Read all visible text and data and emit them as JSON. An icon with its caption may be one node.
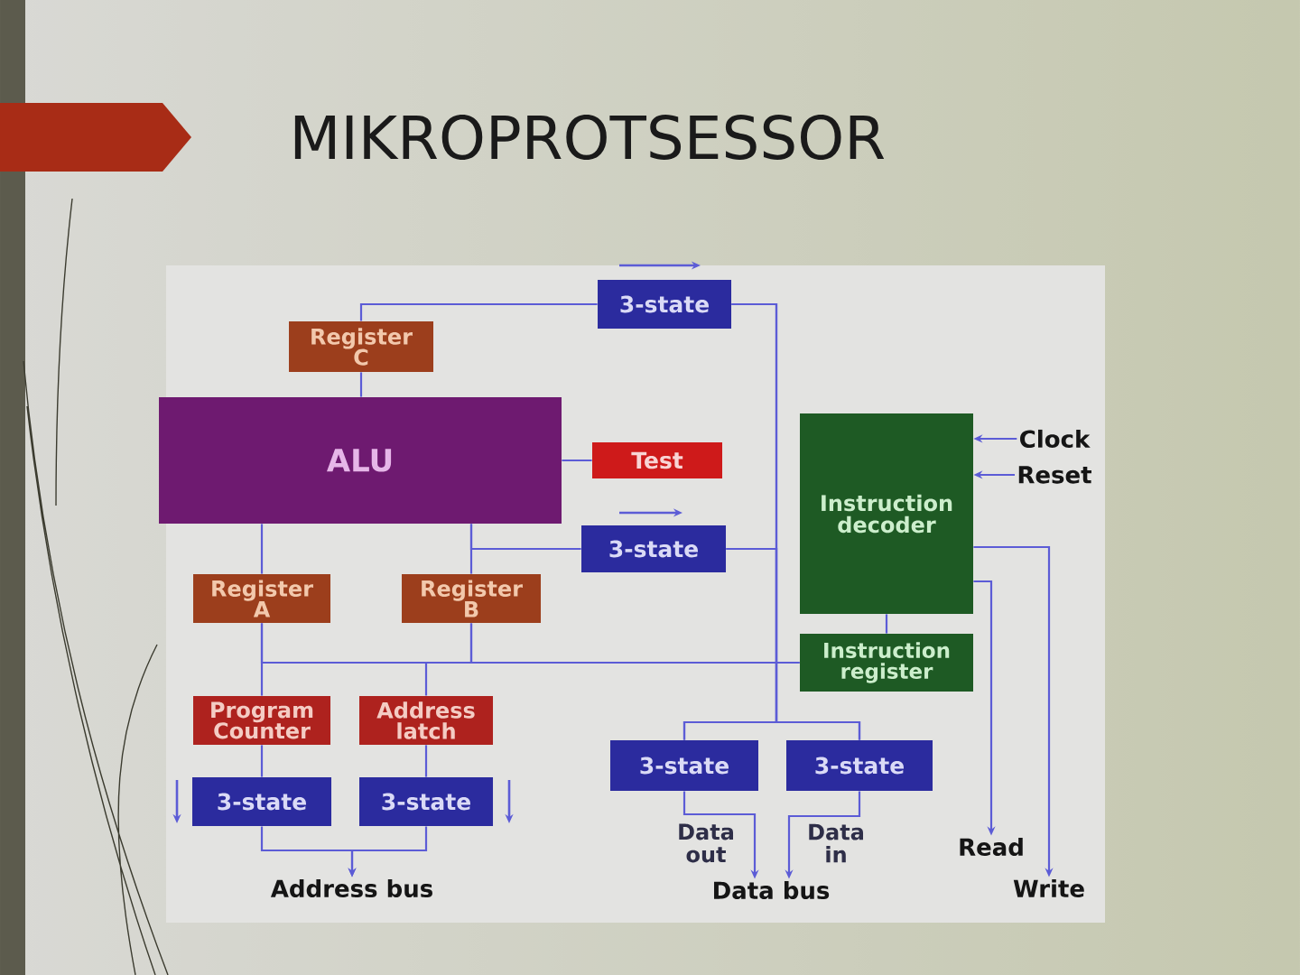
{
  "diagram": {
    "title": "MIKROPROTSESSOR",
    "nodes": [
      {
        "text": [
          "3-state"
        ]
      },
      {
        "text": [
          "Register C"
        ]
      },
      {
        "text": [
          "ALU"
        ]
      },
      {
        "text": [
          "Instruction decoder"
        ]
      },
      {
        "text": [
          "Clock"
        ]
      },
      {
        "text": [
          "Test"
        ]
      },
      {
        "text": [
          "Reset"
        ]
      },
      {
        "text": [
          "3-state"
        ]
      },
      {
        "text": [
          "Register A"
        ]
      },
      {
        "text": [
          "Register B"
        ]
      },
      {
        "text": [
          "Instruction register"
        ]
      },
      {
        "text": [
          "Program Counter"
        ]
      },
      {
        "text": [
          "Address latch"
        ]
      },
      {
        "text": [
          "3-state"
        ]
      },
      {
        "text": [
          "3-state"
        ]
      },
      {
        "text": [
          "3-state"
        ]
      },
      {
        "text": [
          "3-state"
        ]
      },
      {
        "text": [
          "Read"
        ]
      },
      {
        "text": [
          "Write"
        ]
      },
      {
        "text": [
          "Address bus"
        ]
      },
      {
        "text": [
          "Data bus"
        ]
      }
    ],
    "edges": [
      {
        "from": 1,
        "to": 0,
        "arrow": "none"
      },
      {
        "from": 2,
        "to": 1,
        "arrow": "none"
      },
      {
        "from": 2,
        "to": 5,
        "arrow": "none"
      },
      {
        "from": 2,
        "to": 8,
        "arrow": "none"
      },
      {
        "from": 2,
        "to": 9,
        "arrow": "none"
      },
      {
        "from": 2,
        "to": 7,
        "arrow": "none"
      },
      {
        "from": 0,
        "to": 13,
        "arrow": "none"
      },
      {
        "from": 0,
        "to": 14,
        "arrow": "none"
      },
      {
        "from": 7,
        "to": 13,
        "arrow": "none"
      },
      {
        "from": 7,
        "to": 14,
        "arrow": "none"
      },
      {
        "from": 4,
        "to": 3,
        "arrow": "to"
      },
      {
        "from": 6,
        "to": 3,
        "arrow": "to"
      },
      {
        "from": 3,
        "to": 10,
        "arrow": "none"
      },
      {
        "from": 8,
        "to": 11,
        "arrow": "none"
      },
      {
        "from": 9,
        "to": 12,
        "arrow": "none"
      },
      {
        "from": 8,
        "to": 10,
        "arrow": "none"
      },
      {
        "from": 9,
        "to": 10,
        "arrow": "none"
      },
      {
        "from": 11,
        "to": 15,
        "arrow": "none"
      },
      {
        "from": 12,
        "to": 16,
        "arrow": "none"
      },
      {
        "from": 15,
        "to": 19,
        "arrow": "to"
      },
      {
        "from": 16,
        "to": 19,
        "arrow": "to"
      },
      {
        "from": 13,
        "to": 20,
        "arrow": "to",
        "label": "Data out"
      },
      {
        "from": 14,
        "to": 20,
        "arrow": "to",
        "label": "Data in"
      },
      {
        "from": 3,
        "to": 17,
        "arrow": "to"
      },
      {
        "from": 3,
        "to": 18,
        "arrow": "to"
      }
    ]
  }
}
